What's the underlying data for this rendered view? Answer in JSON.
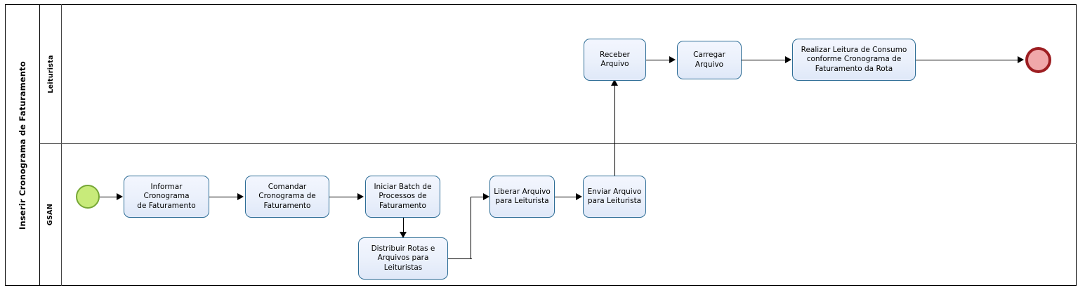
{
  "pool": {
    "title": "Inserir Cronograma de Faturamento"
  },
  "lanes": [
    {
      "id": "leiturista",
      "label": "Leiturista"
    },
    {
      "id": "gsan",
      "label": "GSAN"
    }
  ],
  "events": {
    "start": {
      "name": "start-event",
      "lane": "gsan",
      "fill": "#c8eb7a",
      "stroke": "#76a736"
    },
    "end": {
      "name": "end-event",
      "lane": "leiturista",
      "fill": "#f0a8aa",
      "stroke": "#9d1e22"
    }
  },
  "tasks": [
    {
      "id": "informar-cronograma",
      "lane": "gsan",
      "label": "Informar Cronograma\nde Faturamento"
    },
    {
      "id": "comandar-cronograma",
      "lane": "gsan",
      "label": "Comandar\nCronograma de\nFaturamento"
    },
    {
      "id": "iniciar-batch",
      "lane": "gsan",
      "label": "Iniciar Batch de\nProcessos de\nFaturamento"
    },
    {
      "id": "distribuir-rotas",
      "lane": "gsan",
      "label": "Distribuir  Rotas e\nArquivos para\nLeituristas"
    },
    {
      "id": "liberar-arquivo",
      "lane": "gsan",
      "label": "Liberar Arquivo\npara Leiturista"
    },
    {
      "id": "enviar-arquivo",
      "lane": "gsan",
      "label": "Enviar Arquivo\npara Leiturista"
    },
    {
      "id": "receber-arquivo",
      "lane": "leiturista",
      "label": "Receber\nArquivo"
    },
    {
      "id": "carregar-arquivo",
      "lane": "leiturista",
      "label": "Carregar\nArquivo"
    },
    {
      "id": "realizar-leitura",
      "lane": "leiturista",
      "label": "Realizar Leitura de Consumo\nconforme Cronograma de\nFaturamento da Rota"
    }
  ],
  "flows": [
    {
      "from": "start-event",
      "to": "informar-cronograma"
    },
    {
      "from": "informar-cronograma",
      "to": "comandar-cronograma"
    },
    {
      "from": "comandar-cronograma",
      "to": "iniciar-batch"
    },
    {
      "from": "iniciar-batch",
      "to": "distribuir-rotas"
    },
    {
      "from": "distribuir-rotas",
      "to": "liberar-arquivo"
    },
    {
      "from": "liberar-arquivo",
      "to": "enviar-arquivo"
    },
    {
      "from": "enviar-arquivo",
      "to": "receber-arquivo"
    },
    {
      "from": "receber-arquivo",
      "to": "carregar-arquivo"
    },
    {
      "from": "carregar-arquivo",
      "to": "realizar-leitura"
    },
    {
      "from": "realizar-leitura",
      "to": "end-event"
    }
  ],
  "colors": {
    "task_border": "#2e6d96",
    "task_fill": "#eaf0fb",
    "connector": "#000000",
    "frame": "#000000"
  }
}
